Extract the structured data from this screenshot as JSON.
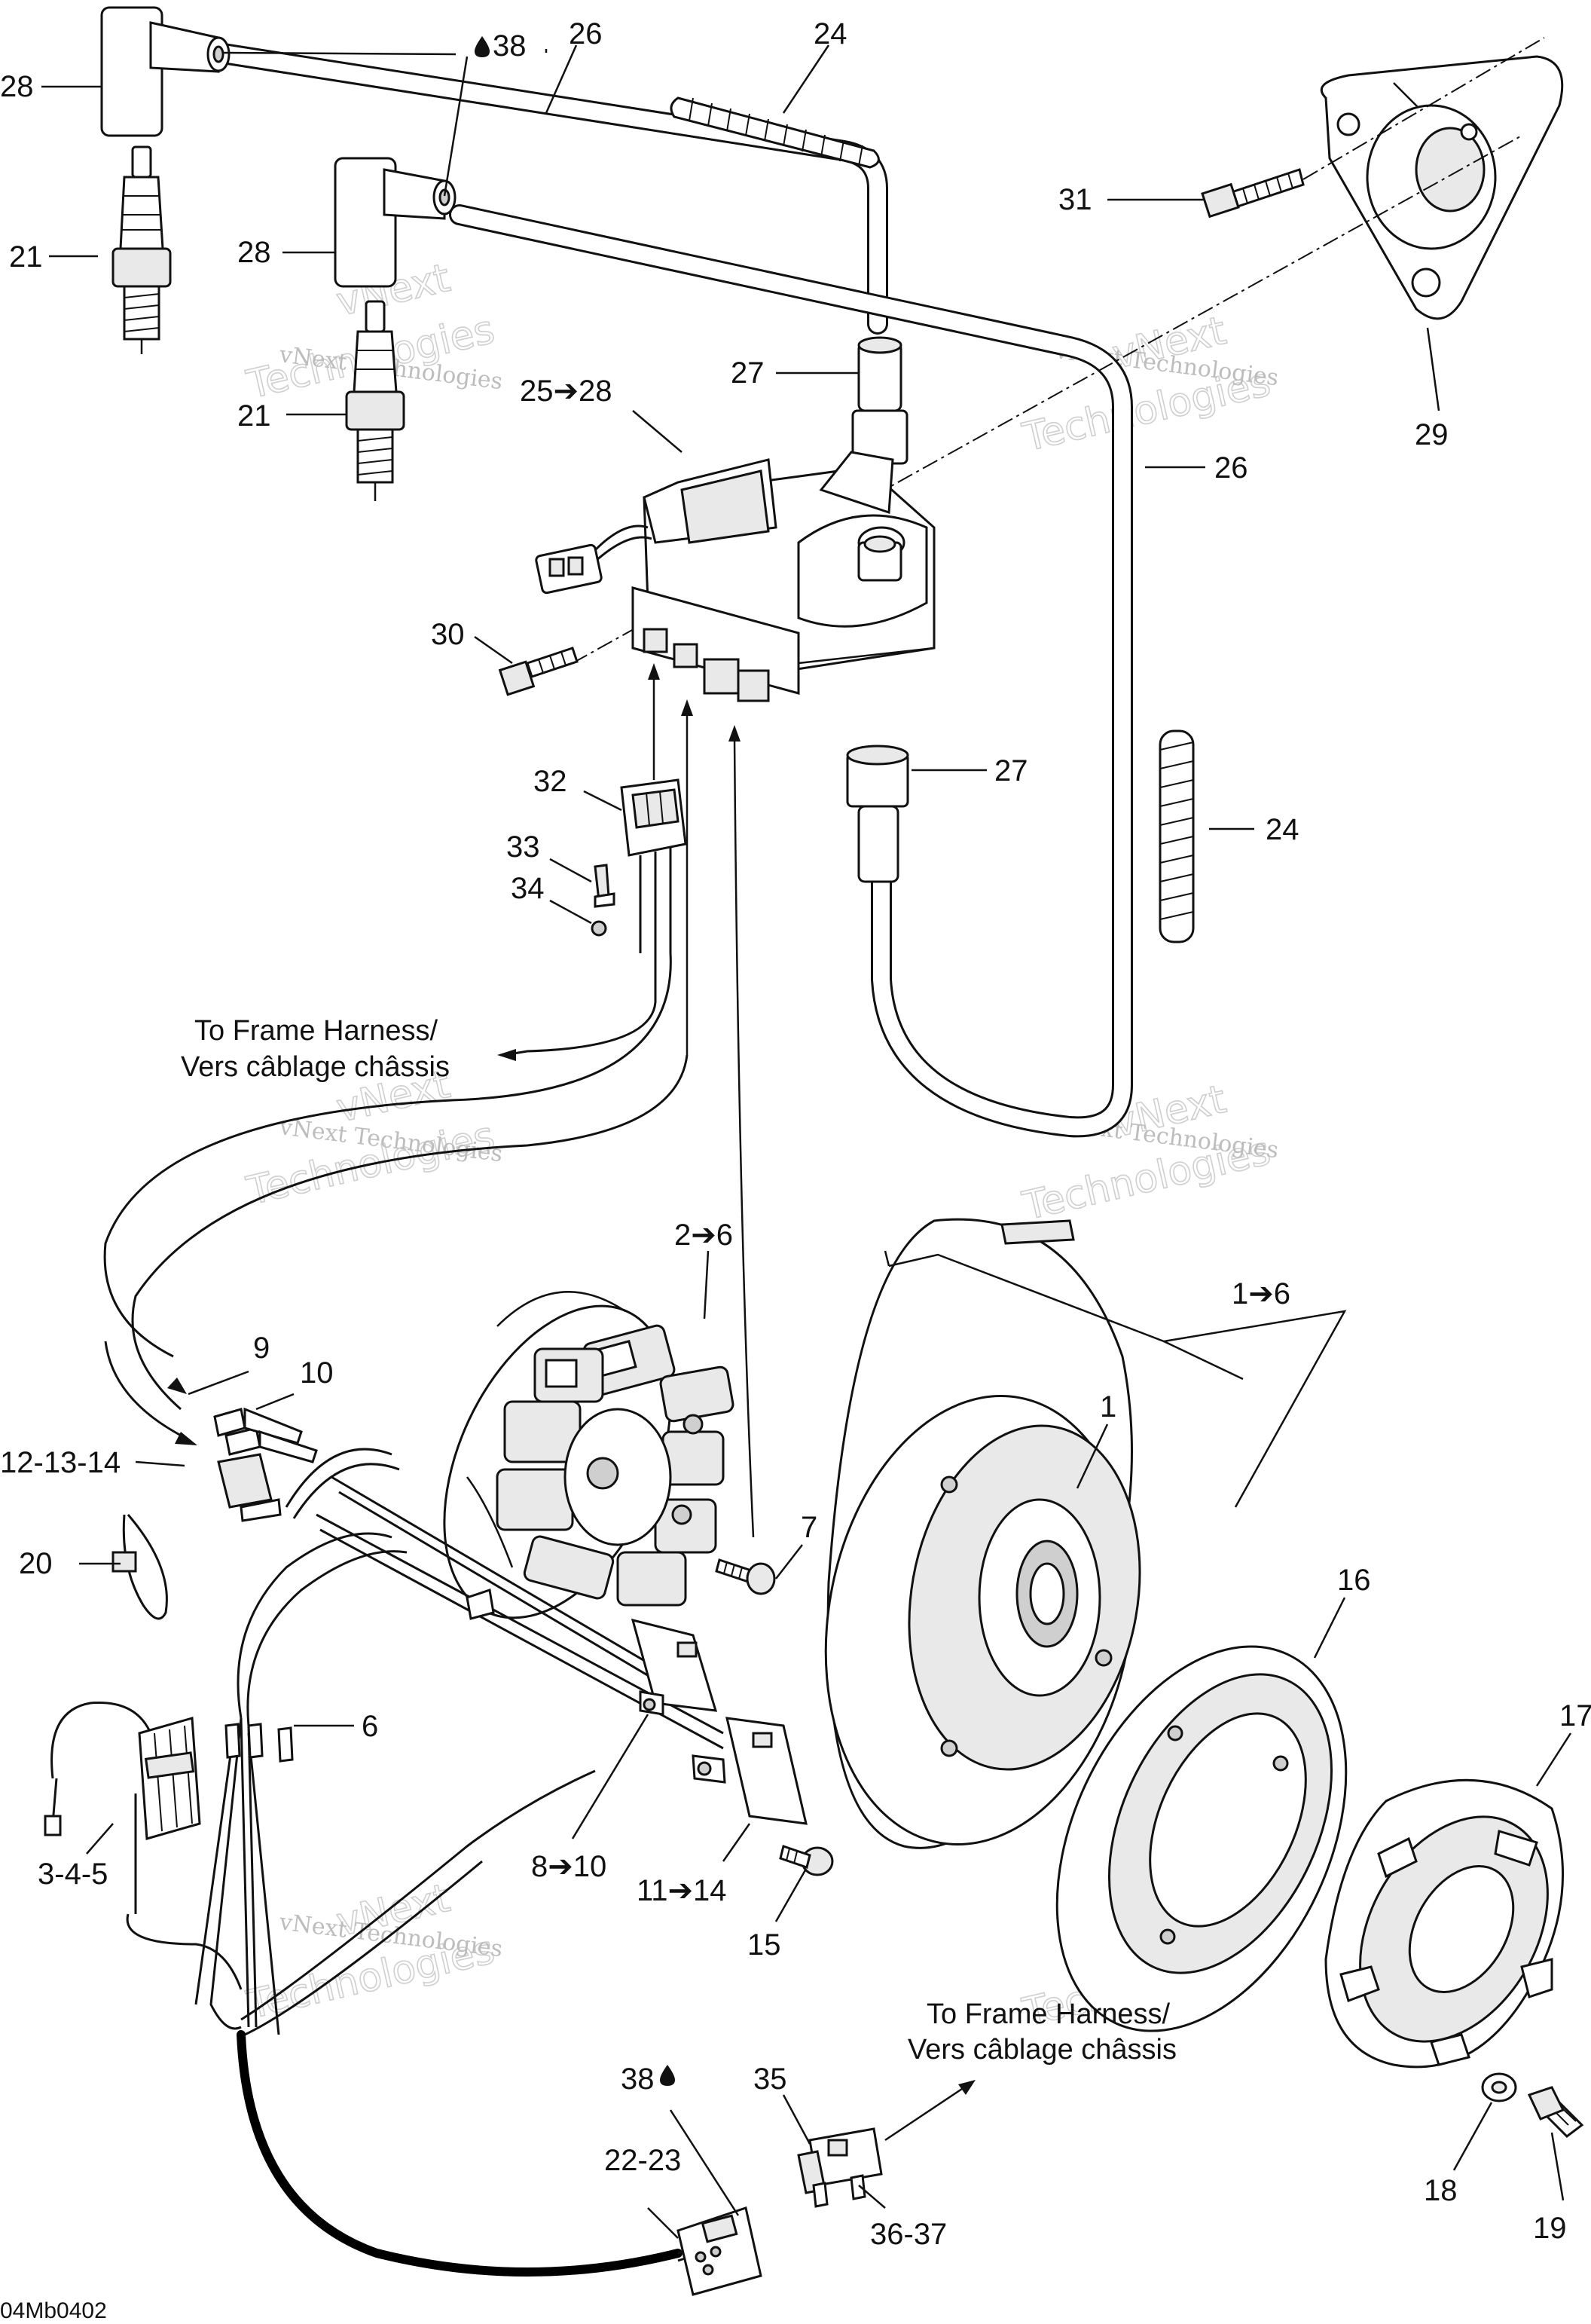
{
  "diagram": {
    "code": "04Mb0402",
    "watermark": {
      "line1": "vNext",
      "line2": "Technologies",
      "full": "vNext Technologies"
    },
    "notes": {
      "frame_harness_top": [
        "To Frame Harness/",
        "Vers câblage châssis"
      ],
      "frame_harness_bottom": [
        "To Frame Harness/",
        "Vers câblage châssis"
      ]
    },
    "callouts": {
      "c28a": "28",
      "c38a": "38",
      "c26a": "26",
      "c24a": "24",
      "c21a": "21",
      "c28b": "28",
      "c31": "31",
      "c21b": "21",
      "c25_28": "25➔28",
      "c27a": "27",
      "c26b": "26",
      "c29": "29",
      "c30": "30",
      "c32": "32",
      "c33": "33",
      "c34": "34",
      "c27b": "27",
      "c24b": "24",
      "c2_6": "2➔6",
      "c1_6": "1➔6",
      "c1": "1",
      "c9": "9",
      "c10": "10",
      "c12_14": "12-13-14",
      "c7": "7",
      "c20": "20",
      "c16": "16",
      "c17": "17",
      "c6": "6",
      "c3_5": "3-4-5",
      "c8_10": "8➔10",
      "c11_14": "11➔14",
      "c15": "15",
      "c38b": "38",
      "c35": "35",
      "c22_23": "22-23",
      "c36_37": "36-37",
      "c18": "18",
      "c19": "19"
    },
    "icons": {
      "oil_drop": "oil-drop-icon",
      "arrow": "arrow-right-icon"
    }
  }
}
